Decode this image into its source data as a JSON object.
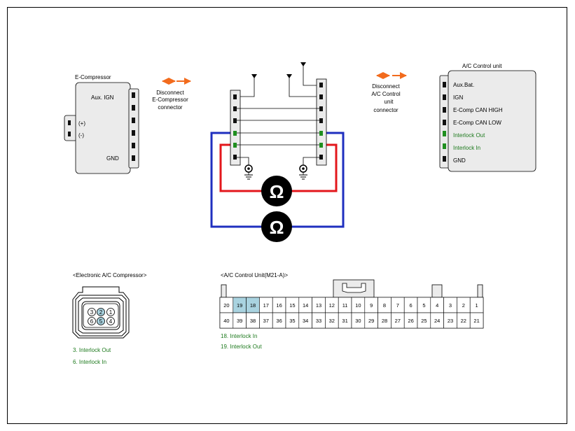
{
  "ecompressor": {
    "title": "E-Compressor",
    "pin_labels": [
      "Aux. IGN",
      "(+)",
      "(-)",
      "GND"
    ]
  },
  "disconnect_left": [
    "Disconnect",
    "E-Compressor",
    "connector"
  ],
  "disconnect_right": [
    "Disconnect",
    "A/C Control",
    "unit",
    "connector"
  ],
  "ac_unit": {
    "title": "A/C Control unit",
    "pins": [
      {
        "label": "Aux.Bat.",
        "status": "normal"
      },
      {
        "label": "IGN",
        "status": "normal"
      },
      {
        "label": "E-Comp CAN HIGH",
        "status": "normal"
      },
      {
        "label": "E-Comp CAN LOW",
        "status": "normal"
      },
      {
        "label": "Interlock Out",
        "status": "interlock"
      },
      {
        "label": "Interlock In",
        "status": "interlock"
      },
      {
        "label": "GND",
        "status": "normal"
      }
    ]
  },
  "ohm_symbol": "Ω",
  "compressor_connector": {
    "title": "<Electronic A/C Compressor>",
    "pins_top": [
      "3",
      "2",
      "1"
    ],
    "pins_bottom": [
      "6",
      "5",
      "4"
    ],
    "highlighted": [
      "2",
      "5"
    ],
    "notes": [
      "3. Interlock Out",
      "6. Interlock In"
    ]
  },
  "ac_connector": {
    "title": "<A/C Control Unit(M21-A)>",
    "row1": [
      "20",
      "19",
      "18",
      "17",
      "16",
      "15",
      "14",
      "13",
      "12",
      "11",
      "10",
      "9",
      "8",
      "7",
      "6",
      "5",
      "4",
      "3",
      "2",
      "1"
    ],
    "row2": [
      "40",
      "39",
      "38",
      "37",
      "36",
      "35",
      "34",
      "33",
      "32",
      "31",
      "30",
      "29",
      "28",
      "27",
      "26",
      "25",
      "24",
      "23",
      "22",
      "21"
    ],
    "highlighted": [
      "19",
      "18"
    ],
    "notes": [
      "18. Interlock In",
      "19. Interlock Out"
    ]
  },
  "colors": {
    "interlock_text": "#1e7a1e",
    "arrow": "#f26b1d",
    "wire_red": "#e3171c",
    "wire_blue": "#1f2fbf",
    "pin_green": "#1f8f1f",
    "highlight": "#a9d3e0",
    "block_fill": "#ebebeb"
  }
}
